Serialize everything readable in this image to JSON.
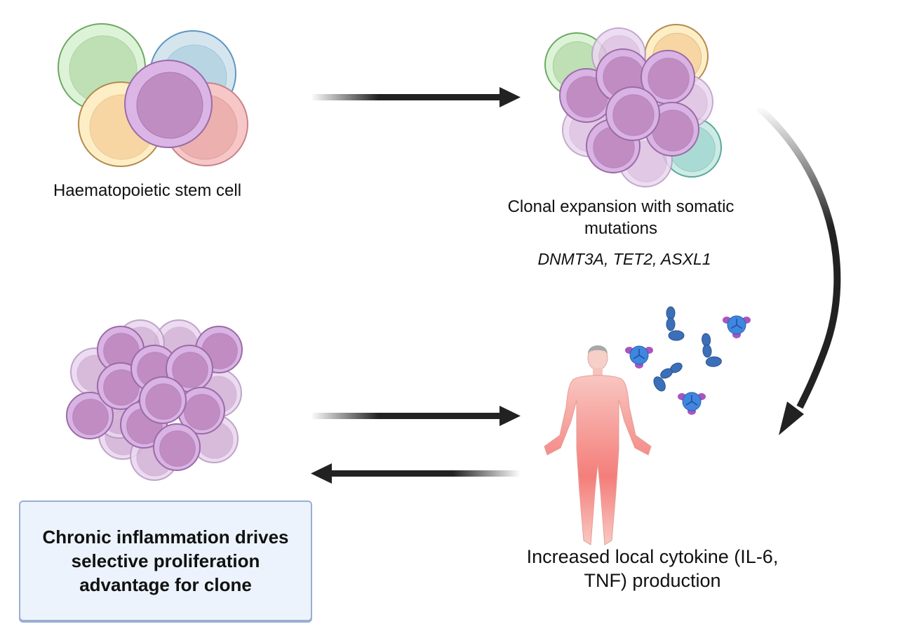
{
  "figure": {
    "type": "schematic",
    "description": "Cycle of clonal haematopoiesis and chronic inflammation"
  },
  "nodes": {
    "stem_cell": {
      "label": "Haematopoietic stem cell",
      "icon": "mixed-cell-cluster-icon",
      "cell_colors": [
        "#bfe2b4",
        "#b8d6e4",
        "#f6d5a4",
        "#eeb0b0",
        "#c090c4"
      ]
    },
    "clonal_expansion": {
      "label": "Clonal expansion with somatic mutations",
      "genes": "DNMT3A, TET2, ASXL1",
      "icon": "clonal-cell-cluster-icon"
    },
    "inflammation": {
      "label": "Increased local cytokine (IL-6, TNF) production",
      "icon": "human-body-icon",
      "cytokine_icons": [
        "antibody-icon",
        "trimer-cytokine-icon"
      ]
    },
    "selective_clone": {
      "icon": "expanded-clone-cluster-icon",
      "box_text": "Chronic inflammation drives selective proliferation advantage for clone"
    }
  },
  "arrows": [
    {
      "from": "stem_cell",
      "to": "clonal_expansion",
      "direction": "right"
    },
    {
      "from": "clonal_expansion",
      "to": "inflammation",
      "direction": "curved-down"
    },
    {
      "from": "selective_clone",
      "to": "inflammation",
      "direction": "right"
    },
    {
      "from": "inflammation",
      "to": "selective_clone",
      "direction": "left"
    }
  ],
  "colors": {
    "arrow": "#222222",
    "mutant_cell_outer": "#d9b3e4",
    "mutant_cell_inner": "#c08cc2",
    "box_fill": "#ecf3fc",
    "box_border": "#9aaed2",
    "body": "#f47e7a",
    "cytokine_blue": "#3b6fb8",
    "cytokine_purple": "#a855c0"
  }
}
